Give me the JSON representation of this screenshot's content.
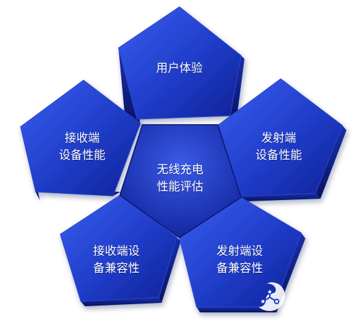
{
  "diagram": {
    "center": {
      "line1": "无线充电",
      "line2": "性能评估"
    },
    "top": {
      "line1": "用户体验"
    },
    "left": {
      "line1": "接收端",
      "line2": "设备性能"
    },
    "right": {
      "line1": "发射端",
      "line2": "设备性能"
    },
    "bottom_left": {
      "line1": "接收端设",
      "line2": "备兼容性"
    },
    "bottom_right": {
      "line1": "发射端设",
      "line2": "备兼容性"
    },
    "colors": {
      "face_light": "#3558e6",
      "face_dark": "#0c1f96",
      "edge_dark": "#0a1670"
    }
  },
  "watermark": {
    "icon": "logo-mark-icon"
  }
}
